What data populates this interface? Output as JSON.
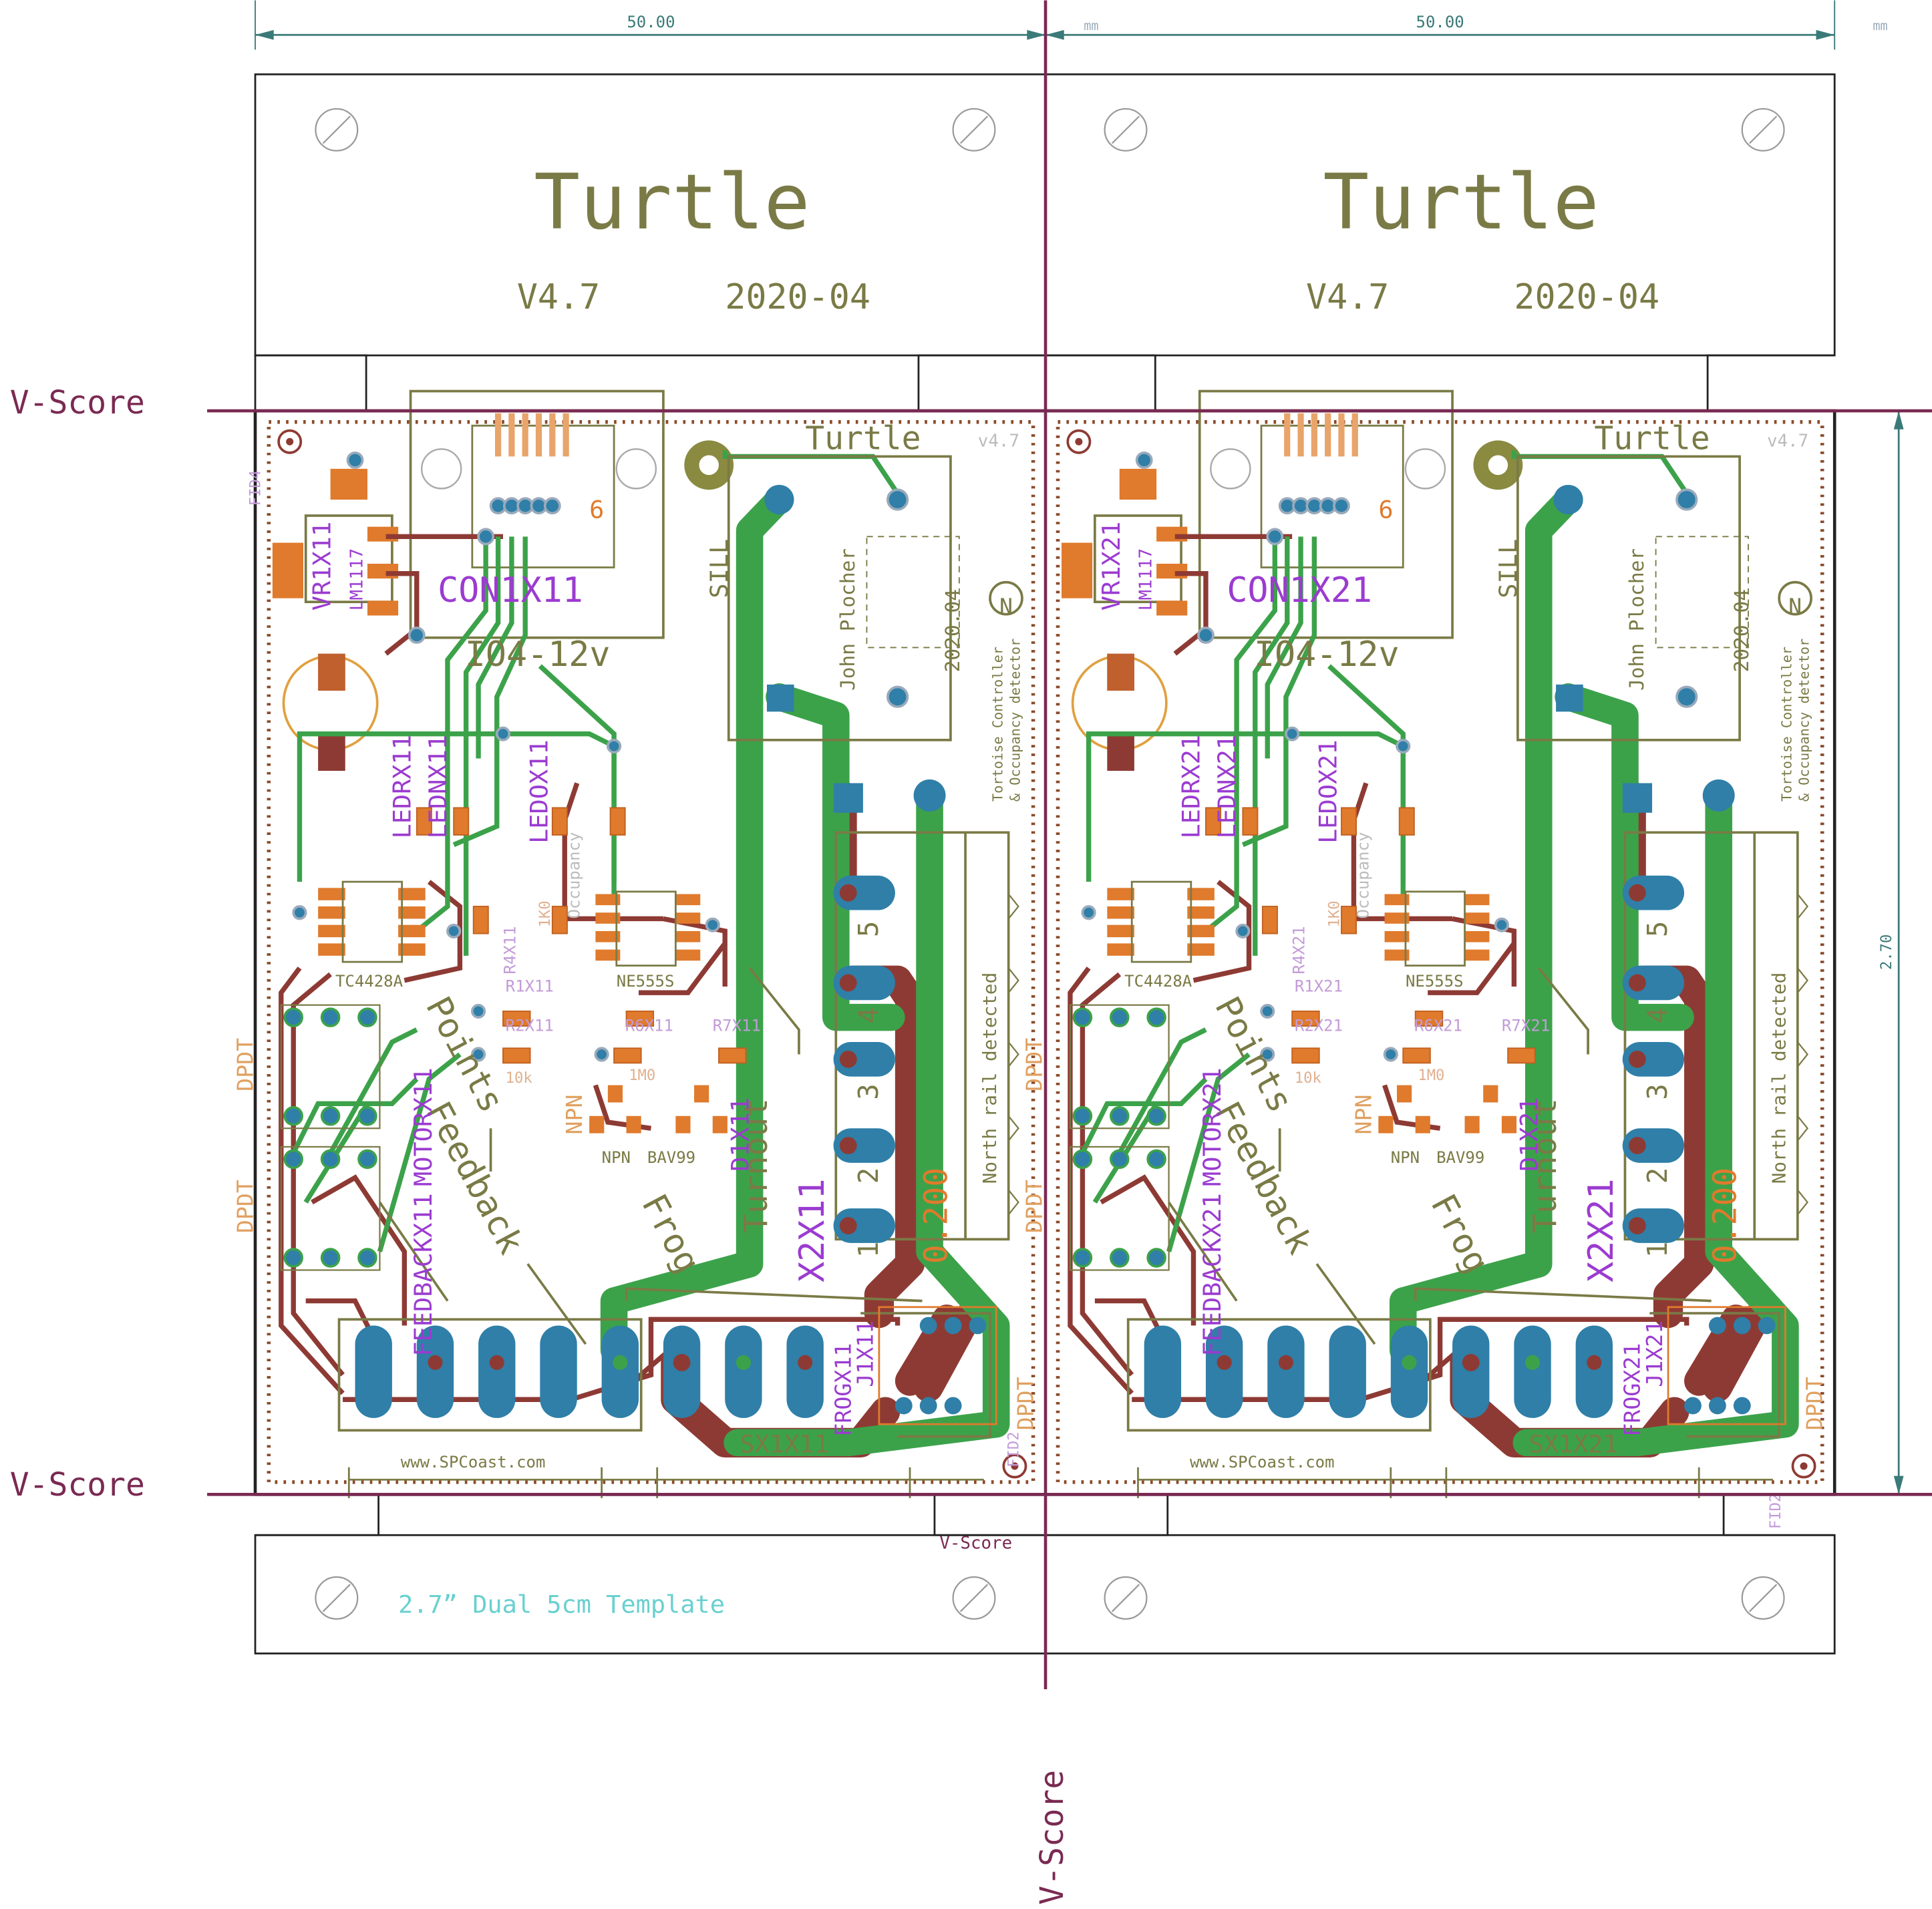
{
  "colors": {
    "outline": "#222222",
    "silk": "#7a7a46",
    "copper_top": "#3ca24a",
    "copper_bottom": "#8e3a34",
    "pad": "#2f7fa8",
    "smd": "#e07a2c",
    "name": "#9b3bd0",
    "value": "#c39bd8",
    "vscore": "#7a2a52",
    "dim": "#3a7a78",
    "drill": "#8a4a2a",
    "template": "#6ad0d0"
  },
  "dimensions": {
    "left_width": "50.00",
    "right_width": "50.00",
    "unit": "mm",
    "height": "2.70"
  },
  "vscore_label": "V-Score",
  "template_label": "2.7” Dual 5cm Template",
  "panels": [
    {
      "id": "X1",
      "tab_title": "Turtle",
      "version": "V4.7",
      "date": "2020-04",
      "board_title": "Turtle",
      "board_version": "v4.7",
      "connector": "CON1X11",
      "io_label": "IO4-12v",
      "regulator": "VR1X11",
      "regulator_value": "LM1117",
      "led_pos": "LEDRX11",
      "led_occ": "LEDOX11",
      "led_mid": "LEDNX11",
      "driver": "TC4428A",
      "timer": "NE555S",
      "npn": "NPN",
      "diode": "BAV99",
      "motor": "MOTORX11",
      "feedback": "FEEDBACKX11",
      "points": "Points",
      "feedback_text": "Feedback",
      "frog": "Frog",
      "turnout": "Turnout",
      "terminal_main": "X2X11",
      "terminal_frog": "FROGX11",
      "terminal_j": "J1X11",
      "sx": "SX1X11",
      "diode_name": "D1X11",
      "occupancy": "Occupancy",
      "north_rail": "North rail detected",
      "author": "John Plocher",
      "author_date": "2020.04",
      "spcoast": "www.SPCoast.com",
      "dpdt": "DPDT",
      "r1": "R1X11",
      "r2": "R2X11",
      "r4": "R4X11",
      "r6": "R6X11",
      "r7": "R7X11",
      "value_1k0": "1K0",
      "value_10k": "10k",
      "value_1m0": "1M0",
      "spacing": "0.200",
      "tortoise_1": "Tortoise Controller",
      "tortoise_2": "& Occupancy detector",
      "sill": "SILL"
    },
    {
      "id": "X2",
      "tab_title": "Turtle",
      "version": "V4.7",
      "date": "2020-04",
      "board_title": "Turtle",
      "board_version": "v4.7",
      "connector": "CON1X21",
      "io_label": "IO4-12v",
      "regulator": "VR1X21",
      "regulator_value": "LM1117",
      "led_pos": "LEDRX21",
      "led_occ": "LEDOX21",
      "led_mid": "LEDNX21",
      "driver": "TC4428A",
      "timer": "NE555S",
      "npn": "NPN",
      "diode": "BAV99",
      "motor": "MOTORX21",
      "feedback": "FEEDBACKX21",
      "points": "Points",
      "feedback_text": "Feedback",
      "frog": "Frog",
      "turnout": "Turnout",
      "terminal_main": "X2X21",
      "terminal_frog": "FROGX21",
      "terminal_j": "J1X21",
      "sx": "SX1X21",
      "diode_name": "D1X21",
      "occupancy": "Occupancy",
      "north_rail": "North rail detected",
      "author": "John Plocher",
      "author_date": "2020.04",
      "spcoast": "www.SPCoast.com",
      "dpdt": "DPDT",
      "r1": "R1X21",
      "r2": "R2X21",
      "r4": "R4X21",
      "r6": "R6X21",
      "r7": "R7X21",
      "value_1k0": "1K0",
      "value_10k": "10k",
      "value_1m0": "1M0",
      "spacing": "0.200",
      "tortoise_1": "Tortoise Controller",
      "tortoise_2": "& Occupancy detector",
      "sill": "SILL"
    }
  ],
  "fiducials": {
    "fid4": "FID4",
    "fid2": "FID2"
  },
  "terminal_numbers": [
    "1",
    "2",
    "3",
    "4",
    "5"
  ],
  "connector_pin": "6",
  "compass": "N"
}
